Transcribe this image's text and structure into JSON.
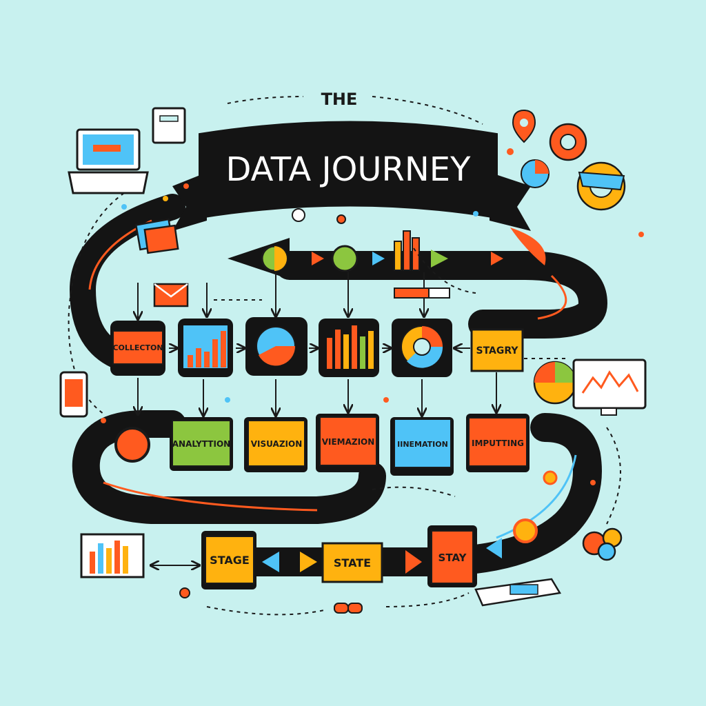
{
  "header": {
    "kicker": "THE",
    "title": "DATA JOURNEY"
  },
  "row1": [
    {
      "label": "COLLECTON",
      "color": "#ff5a1f"
    },
    {
      "label": "",
      "icon": "bar-chart-icon"
    },
    {
      "label": "",
      "icon": "pie-chart-icon"
    },
    {
      "label": "",
      "icon": "column-chart-icon"
    },
    {
      "label": "",
      "icon": "donut-chart-icon"
    },
    {
      "label": "STAGRY",
      "color": "#ffb20f"
    }
  ],
  "row2": [
    {
      "label": "ANALYTTION",
      "color": "#8cc63f"
    },
    {
      "label": "VISUAZION",
      "color": "#ffb20f"
    },
    {
      "label": "VIEMAZION",
      "color": "#ff5a1f"
    },
    {
      "label": "IINEMATION",
      "color": "#4fc3f7"
    },
    {
      "label": "IMPUTTING",
      "color": "#ff5a1f"
    }
  ],
  "row3": [
    {
      "label": "STAGE",
      "color": "#ffb20f"
    },
    {
      "label": "STATE",
      "color": "#ffb20f"
    },
    {
      "label": "STAY",
      "color": "#ff5a1f"
    }
  ],
  "colors": {
    "background": "#c8f1ef",
    "road": "#141414",
    "orange": "#ff5a1f",
    "yellow": "#ffb20f",
    "green": "#8cc63f",
    "blue": "#4fc3f7"
  }
}
